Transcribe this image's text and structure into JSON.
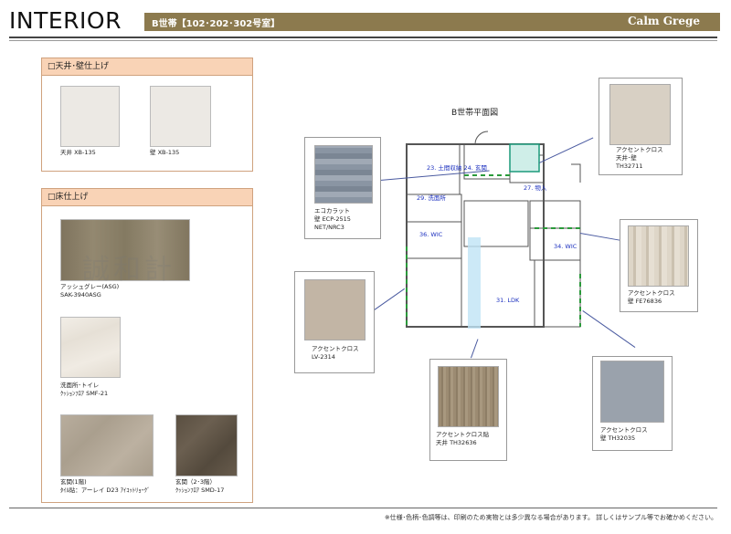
{
  "header": {
    "title": "INTERIOR",
    "subtitle": "B世帯【102･202･302号室】",
    "brand": "Calm Grege"
  },
  "ceiling_wall_panel": {
    "heading": "□天井･壁仕上げ",
    "items": [
      {
        "label": "天井  XB-135",
        "color": "#ece9e4"
      },
      {
        "label": "壁  XB-135",
        "color": "#ece9e4"
      }
    ]
  },
  "floor_panel": {
    "heading": "□床仕上げ",
    "items": [
      {
        "label": "アッシュグレー(ASG)",
        "label2": "SAK-3940ASG",
        "color": "#8a7f68"
      },
      {
        "label": "洗面所･トイレ",
        "label2": "ｸｯｼｮﾝﾌﾛｱ  SMF-21",
        "color": "#eee9e0"
      },
      {
        "label": "玄関(1階)",
        "label2": "ﾀｲﾙ貼：アーレイ  D23 ｱｲｺｯﾄﾘｮｰｸﾞ",
        "color": "#b4a999"
      },
      {
        "label": "玄関（2･3階）",
        "label2": "ｸｯｼｮﾝﾌﾛｱ  SMD-17",
        "color": "#5e5345"
      }
    ]
  },
  "plan": {
    "title": "B世帯平面図",
    "rooms": [
      "23. 土間収納 24. 玄関",
      "27. 物入",
      "29. 洗面所",
      "36. WIC",
      "34. WIC",
      "31. LDK"
    ]
  },
  "callouts": [
    {
      "title": "エコカラット",
      "line2": "壁  ECP-2515",
      "line3": "NET/NRC3",
      "color": "#8e98a6"
    },
    {
      "title": "アクセントクロス",
      "line2": "天井･壁",
      "line3": "TH32711",
      "color": "#d8d0c4"
    },
    {
      "title": "アクセントクロス",
      "line2": "壁  FE76836",
      "line3": "",
      "color": "#d8cfc0"
    },
    {
      "title": "アクセントクロス",
      "line2": "LV-2314",
      "line3": "",
      "color": "#c2b5a5"
    },
    {
      "title": "アクセントクロス貼",
      "line2": "天井  TH32636",
      "line3": "",
      "color": "#9c8b72"
    },
    {
      "title": "アクセントクロス",
      "line2": "壁  TH32035",
      "line3": "",
      "color": "#9aa2ac"
    }
  ],
  "watermark": "誠和計",
  "footnote": "※仕様･色柄･色調等は、印刷のため実物とは多少異なる場合があります。 詳しくはサンプル等でお確かめください。",
  "colors": {
    "accent_bar": "#8c7a4e",
    "panel_head": "#f9d3b6",
    "room_label": "#1b2fbf"
  }
}
